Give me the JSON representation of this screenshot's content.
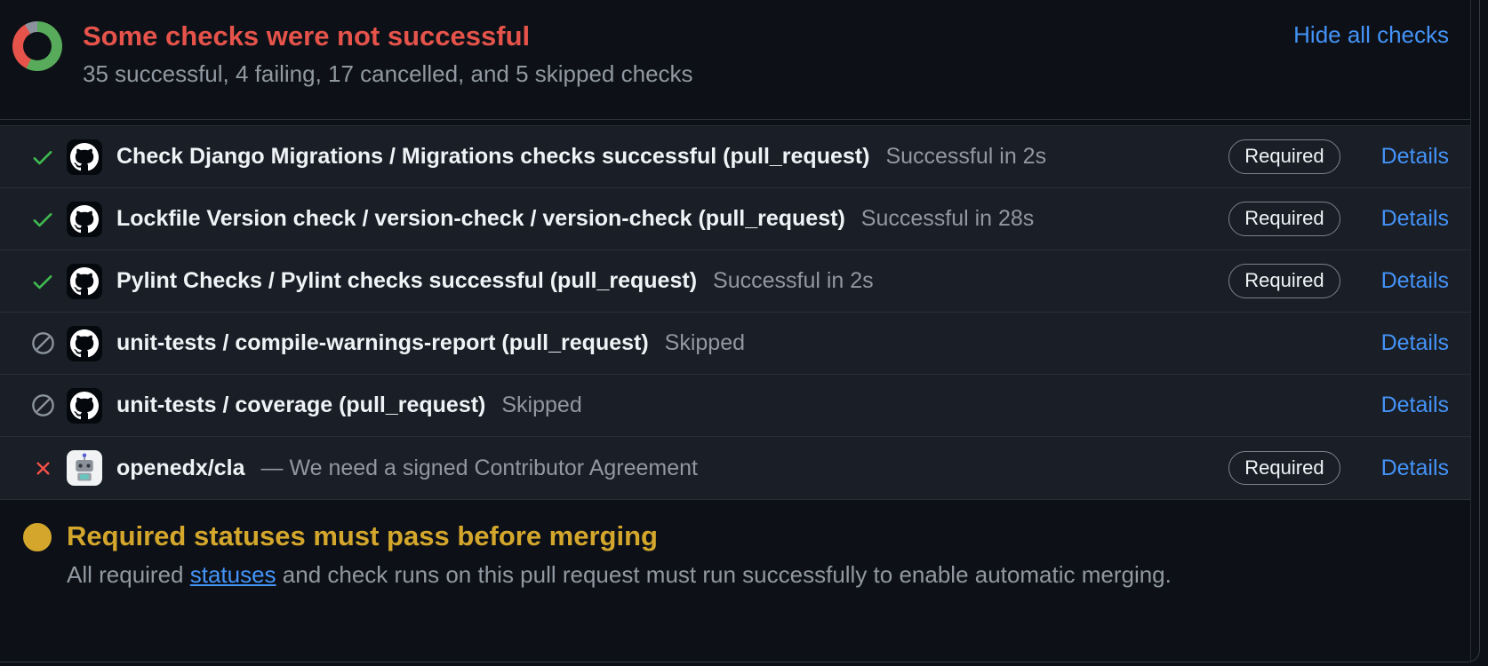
{
  "header": {
    "title": "Some checks were not successful",
    "summary": "35 successful, 4 failing, 17 cancelled, and 5 skipped checks",
    "hide_link": "Hide all checks",
    "counts": {
      "successful": 35,
      "failing": 4,
      "cancelled": 17,
      "skipped": 5
    }
  },
  "checks": {
    "required_label": "Required",
    "details_label": "Details",
    "rows": [
      {
        "state": "success",
        "app": "github-actions",
        "title": "Check Django Migrations / Migrations checks successful (pull_request)",
        "status": "Successful in 2s",
        "required": true
      },
      {
        "state": "success",
        "app": "github-actions",
        "title": "Lockfile Version check / version-check / version-check (pull_request)",
        "status": "Successful in 28s",
        "required": true
      },
      {
        "state": "success",
        "app": "github-actions",
        "title": "Pylint Checks / Pylint checks successful (pull_request)",
        "status": "Successful in 2s",
        "required": true
      },
      {
        "state": "skipped",
        "app": "github-actions",
        "title": "unit-tests / compile-warnings-report (pull_request)",
        "status": "Skipped",
        "required": false
      },
      {
        "state": "skipped",
        "app": "github-actions",
        "title": "unit-tests / coverage (pull_request)",
        "status": "Skipped",
        "required": false
      },
      {
        "state": "failure",
        "app": "openedx-cla-bot",
        "title": "openedx/cla",
        "status": "— We need a signed Contributor Agreement",
        "required": true
      }
    ]
  },
  "footer": {
    "title": "Required statuses must pass before merging",
    "body_prefix": "All required ",
    "body_link": "statuses",
    "body_suffix": " and check runs on this pull request must run successfully to enable automatic merging."
  },
  "colors": {
    "header_title_red": "#e5534b",
    "link_blue": "#4493f8",
    "success_green": "#3fb950",
    "skipped_gray": "#8b949e",
    "failure_red": "#f85149",
    "attention_yellow": "#d4a72c",
    "donut_green": "#57ab5a",
    "donut_red": "#e5534b",
    "donut_gray": "#8b949e",
    "row_background": "#1a1e26",
    "panel_background": "#0d1117"
  }
}
